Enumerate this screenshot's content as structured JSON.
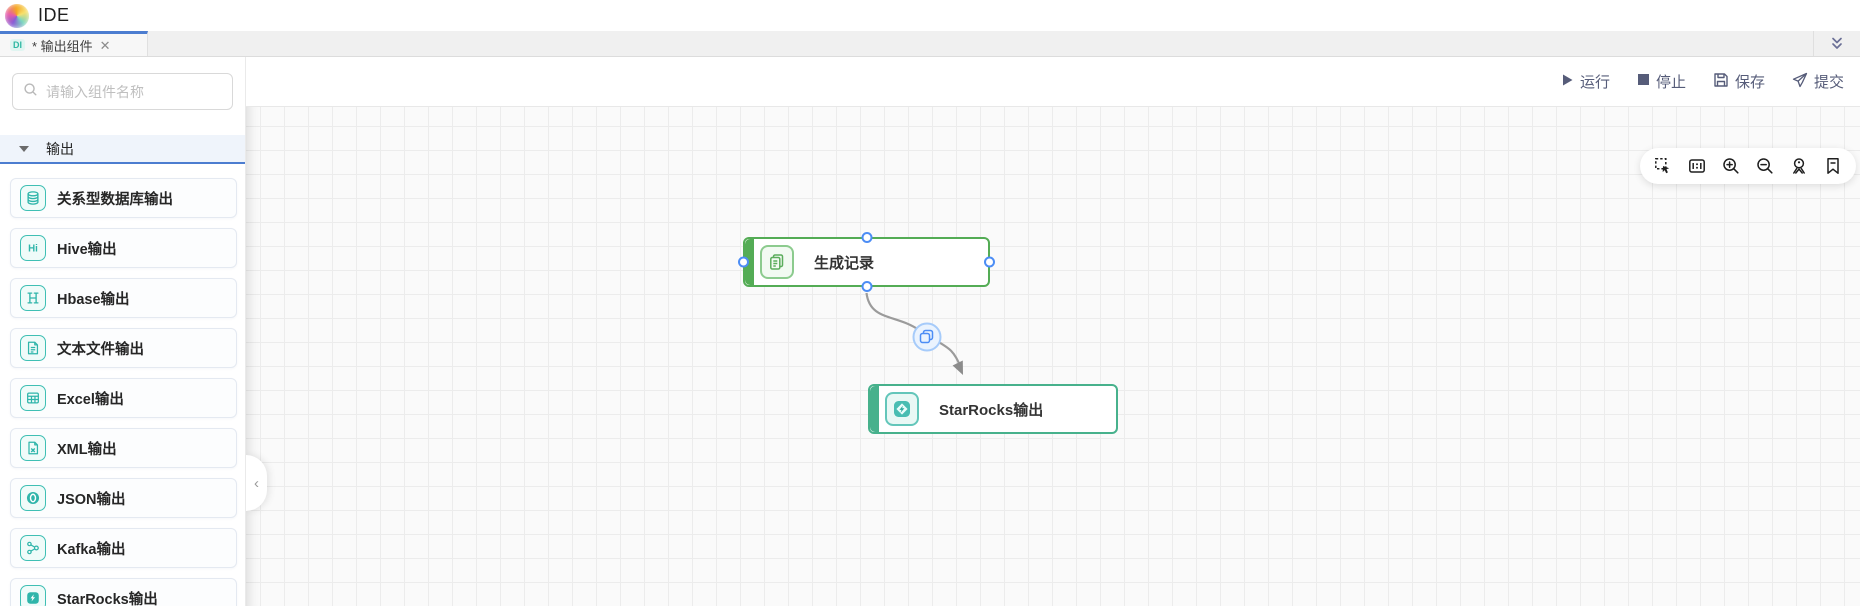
{
  "app": {
    "title": "IDE",
    "logo_icon": "swirl-logo"
  },
  "tab_bar": {
    "active_tab": {
      "badge": "DI",
      "title": "* 输出组件",
      "close_glyph": "✕"
    },
    "collapse_all_icon": "double-chevron-down-icon"
  },
  "actions": {
    "run": "运行",
    "stop": "停止",
    "save": "保存",
    "submit": "提交"
  },
  "sidebar": {
    "search": {
      "placeholder": "请输入组件名称",
      "icon": "search-icon"
    },
    "category": {
      "label": "输出",
      "state": "expanded"
    },
    "items": [
      {
        "label": "关系型数据库输出",
        "icon": "database-icon"
      },
      {
        "label": "Hive输出",
        "icon": "hive-icon"
      },
      {
        "label": "Hbase输出",
        "icon": "hbase-icon"
      },
      {
        "label": "文本文件输出",
        "icon": "text-file-icon"
      },
      {
        "label": "Excel输出",
        "icon": "excel-icon"
      },
      {
        "label": "XML输出",
        "icon": "xml-icon"
      },
      {
        "label": "JSON输出",
        "icon": "json-icon"
      },
      {
        "label": "Kafka输出",
        "icon": "kafka-icon"
      },
      {
        "label": "StarRocks输出",
        "icon": "starrocks-icon"
      }
    ]
  },
  "canvas": {
    "toolbar_icons": [
      "marquee-select-icon",
      "minimap-icon",
      "zoom-in-icon",
      "zoom-out-icon",
      "fit-view-icon",
      "bookmark-icon"
    ],
    "nodes": [
      {
        "label": "生成记录",
        "icon": "generate-records-icon",
        "accent_color": "#54ac55"
      },
      {
        "label": "StarRocks输出",
        "icon": "starrocks-node-icon",
        "accent_color": "#47b18c"
      }
    ],
    "edge": {
      "from": "生成记录",
      "to": "StarRocks输出",
      "badge_icon": "copy-badge-icon",
      "color": "#9b9b9b"
    },
    "collapse_handle_glyph": "‹"
  },
  "colors": {
    "accent_blue": "#4c7dd0",
    "teal": "#2fb5aa",
    "node_green": "#54ac55",
    "node_teal_green": "#47b18c",
    "port_blue": "#4c8df5",
    "toolbar_text": "#565c79"
  }
}
